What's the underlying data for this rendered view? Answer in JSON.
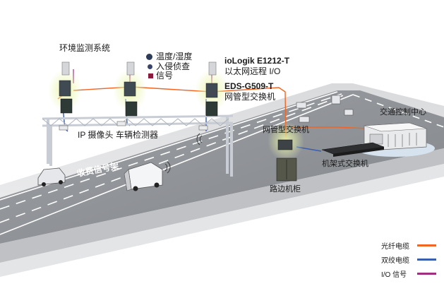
{
  "labels": {
    "env_monitor": "环境监测系统",
    "io_temp": "温度/湿度",
    "io_intrusion": "入侵侦查",
    "io_signal": "信号",
    "iologik_model": "ioLogik E1212-T",
    "iologik_desc": "以太网远程 I/O",
    "eds_model": "EDS-G509-T",
    "eds_desc": "网管型交换机",
    "ip_camera": "IP 摄像头",
    "vehicle_detector": "车辆检测器",
    "toll_gantry": "收费信号架",
    "managed_switch": "网管型交换机",
    "traffic_center": "交通控制中心",
    "rack_switch": "机架式交换机",
    "roadside_cabinet": "路边机柜"
  },
  "legend": [
    {
      "label": "光纤电缆",
      "color": "#f26522"
    },
    {
      "label": "双绞电缆",
      "color": "#3a5fb0"
    },
    {
      "label": "I/O 信号",
      "color": "#a0307f"
    }
  ],
  "colors": {
    "fiber": "#f26522",
    "twisted_pair": "#3a5fb0",
    "io_signal": "#a0307f",
    "road": "#8e9094",
    "lane_marking": "#ffffff",
    "device_glow": "#e6f2a3"
  }
}
